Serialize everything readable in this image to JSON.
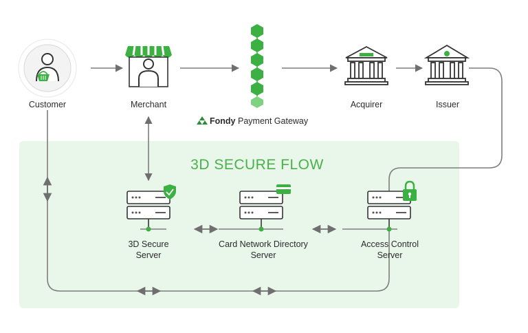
{
  "nodes": {
    "customer": "Customer",
    "merchant": "Merchant",
    "acquirer": "Acquirer",
    "issuer": "Issuer"
  },
  "gateway": {
    "brand": "Fondy",
    "label": "Payment Gateway"
  },
  "flow": {
    "title": "3D SECURE FLOW",
    "servers": [
      {
        "line1": "3D Secure",
        "line2": "Server"
      },
      {
        "line1": "Card Network Directory",
        "line2": "Server"
      },
      {
        "line1": "Access Control",
        "line2": "Server"
      }
    ]
  },
  "colors": {
    "accent": "#3cb043",
    "panel": "#e9f6ea",
    "line": "#7d7d7d"
  }
}
